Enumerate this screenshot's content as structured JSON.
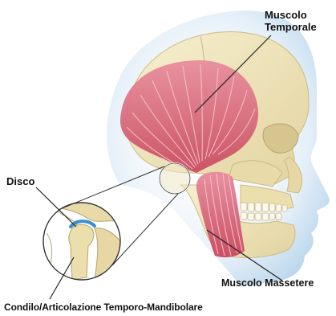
{
  "labels": {
    "muscolo_temporale_line1": "Muscolo",
    "muscolo_temporale_line2": "Temporale",
    "disco": "Disco",
    "muscolo_massetere": "Muscolo Massetere",
    "condilo": "Condilo/Articolazione Temporo-Mandibolare"
  },
  "colors": {
    "skin_glow": "#cfe3f2",
    "skull_bone": "#efe4b8",
    "muscle": "#d5566b",
    "muscle_light": "#f0a8b4",
    "disc": "#3a8fd0"
  }
}
